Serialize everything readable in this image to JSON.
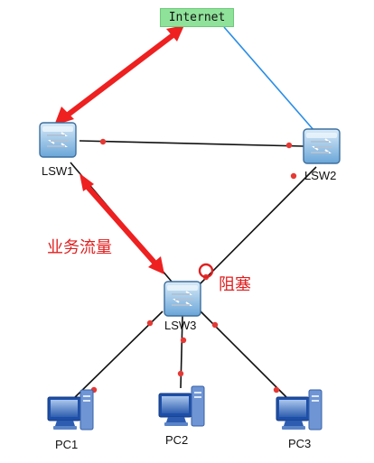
{
  "internet": {
    "label": "Internet",
    "color": "#8fe29a"
  },
  "switches": [
    {
      "id": "lsw1",
      "label": "LSW1"
    },
    {
      "id": "lsw2",
      "label": "LSW2"
    },
    {
      "id": "lsw3",
      "label": "LSW3"
    }
  ],
  "pcs": [
    {
      "id": "pc1",
      "label": "PC1"
    },
    {
      "id": "pc2",
      "label": "PC2"
    },
    {
      "id": "pc3",
      "label": "PC3"
    }
  ],
  "annotations": {
    "traffic": "业务流量",
    "blocked": "阻塞"
  },
  "colors": {
    "link": "#111111",
    "uplink": "#2a8ee8",
    "port": "#e53935",
    "arrow": "#ee2020",
    "block_ring": "#e02020"
  }
}
